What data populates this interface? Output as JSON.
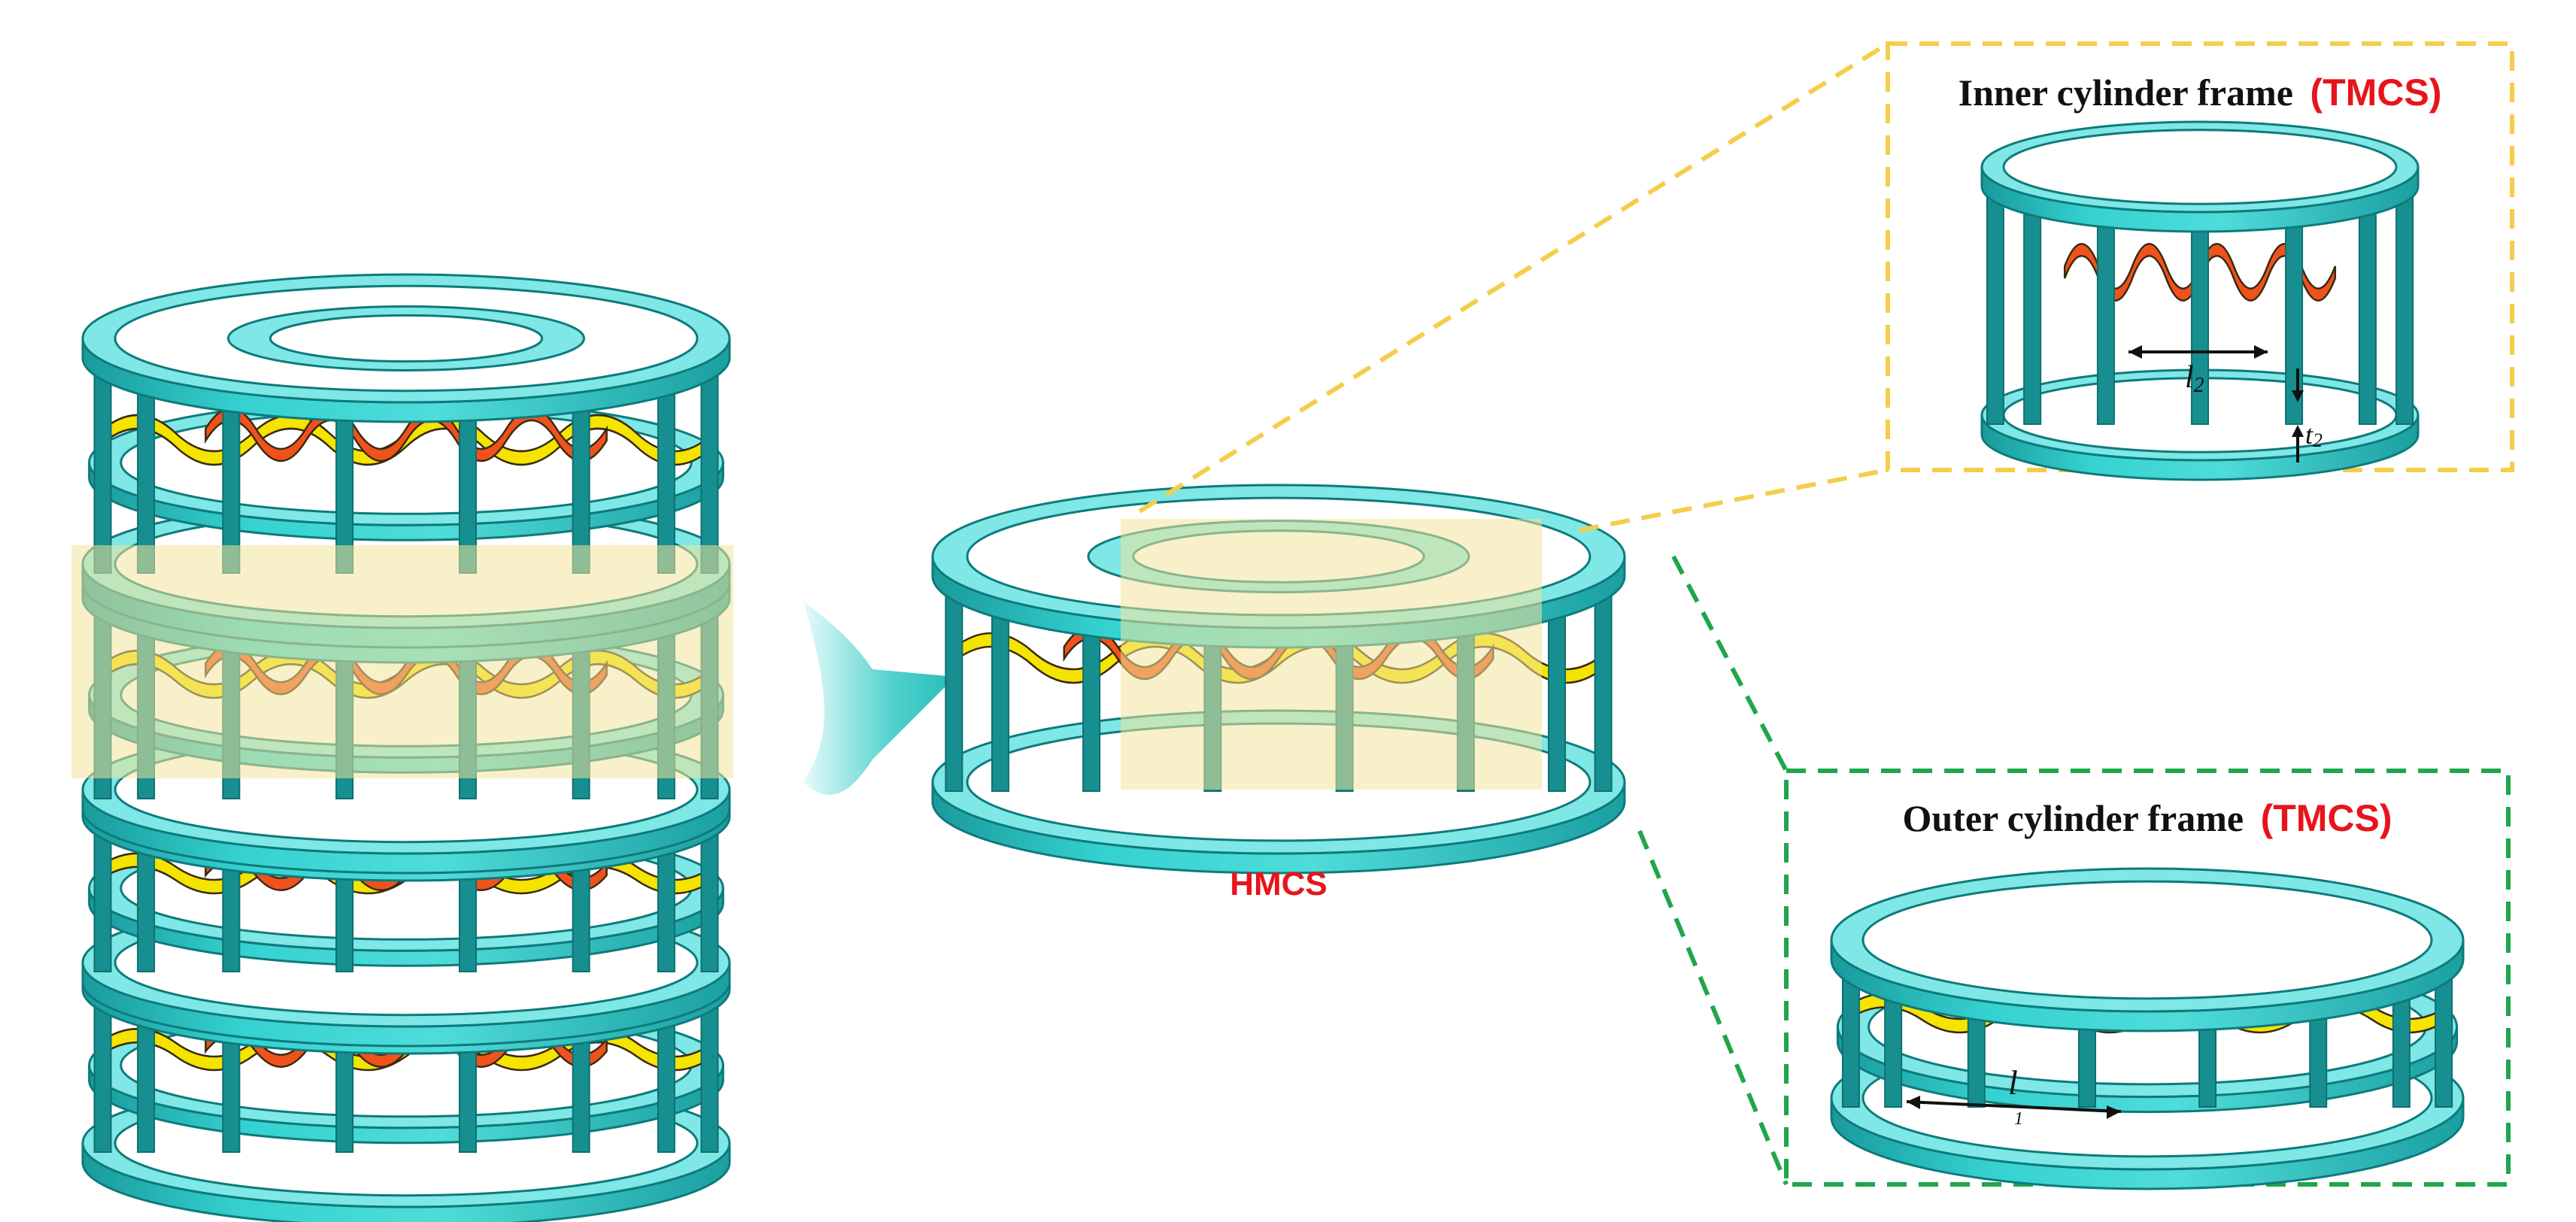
{
  "colors": {
    "frame": "#2ec6c6",
    "frame_dark": "#178f90",
    "frame_light": "#7fe7e5",
    "cell_yellow": "#f5e300",
    "cell_orange": "#f0521c",
    "cell_brown": "#6b3d1c",
    "highlight": "#f2e49a",
    "dash_yellow": "#f5cd4a",
    "dash_green": "#1fa64a",
    "label_red": "#e8141b"
  },
  "labels": {
    "hmcs": "HMCS",
    "inner_title_main": "Inner cylinder frame",
    "inner_title_tag": "(TMCS)",
    "outer_title_main": "Outer cylinder frame",
    "outer_title_tag": "(TMCS)"
  },
  "dimensions": {
    "inner_length_symbol": "l",
    "inner_length_sub": "2",
    "inner_thickness_symbol": "t",
    "inner_thickness_sub": "2",
    "outer_length_symbol": "l",
    "outer_length_sub": "1"
  }
}
